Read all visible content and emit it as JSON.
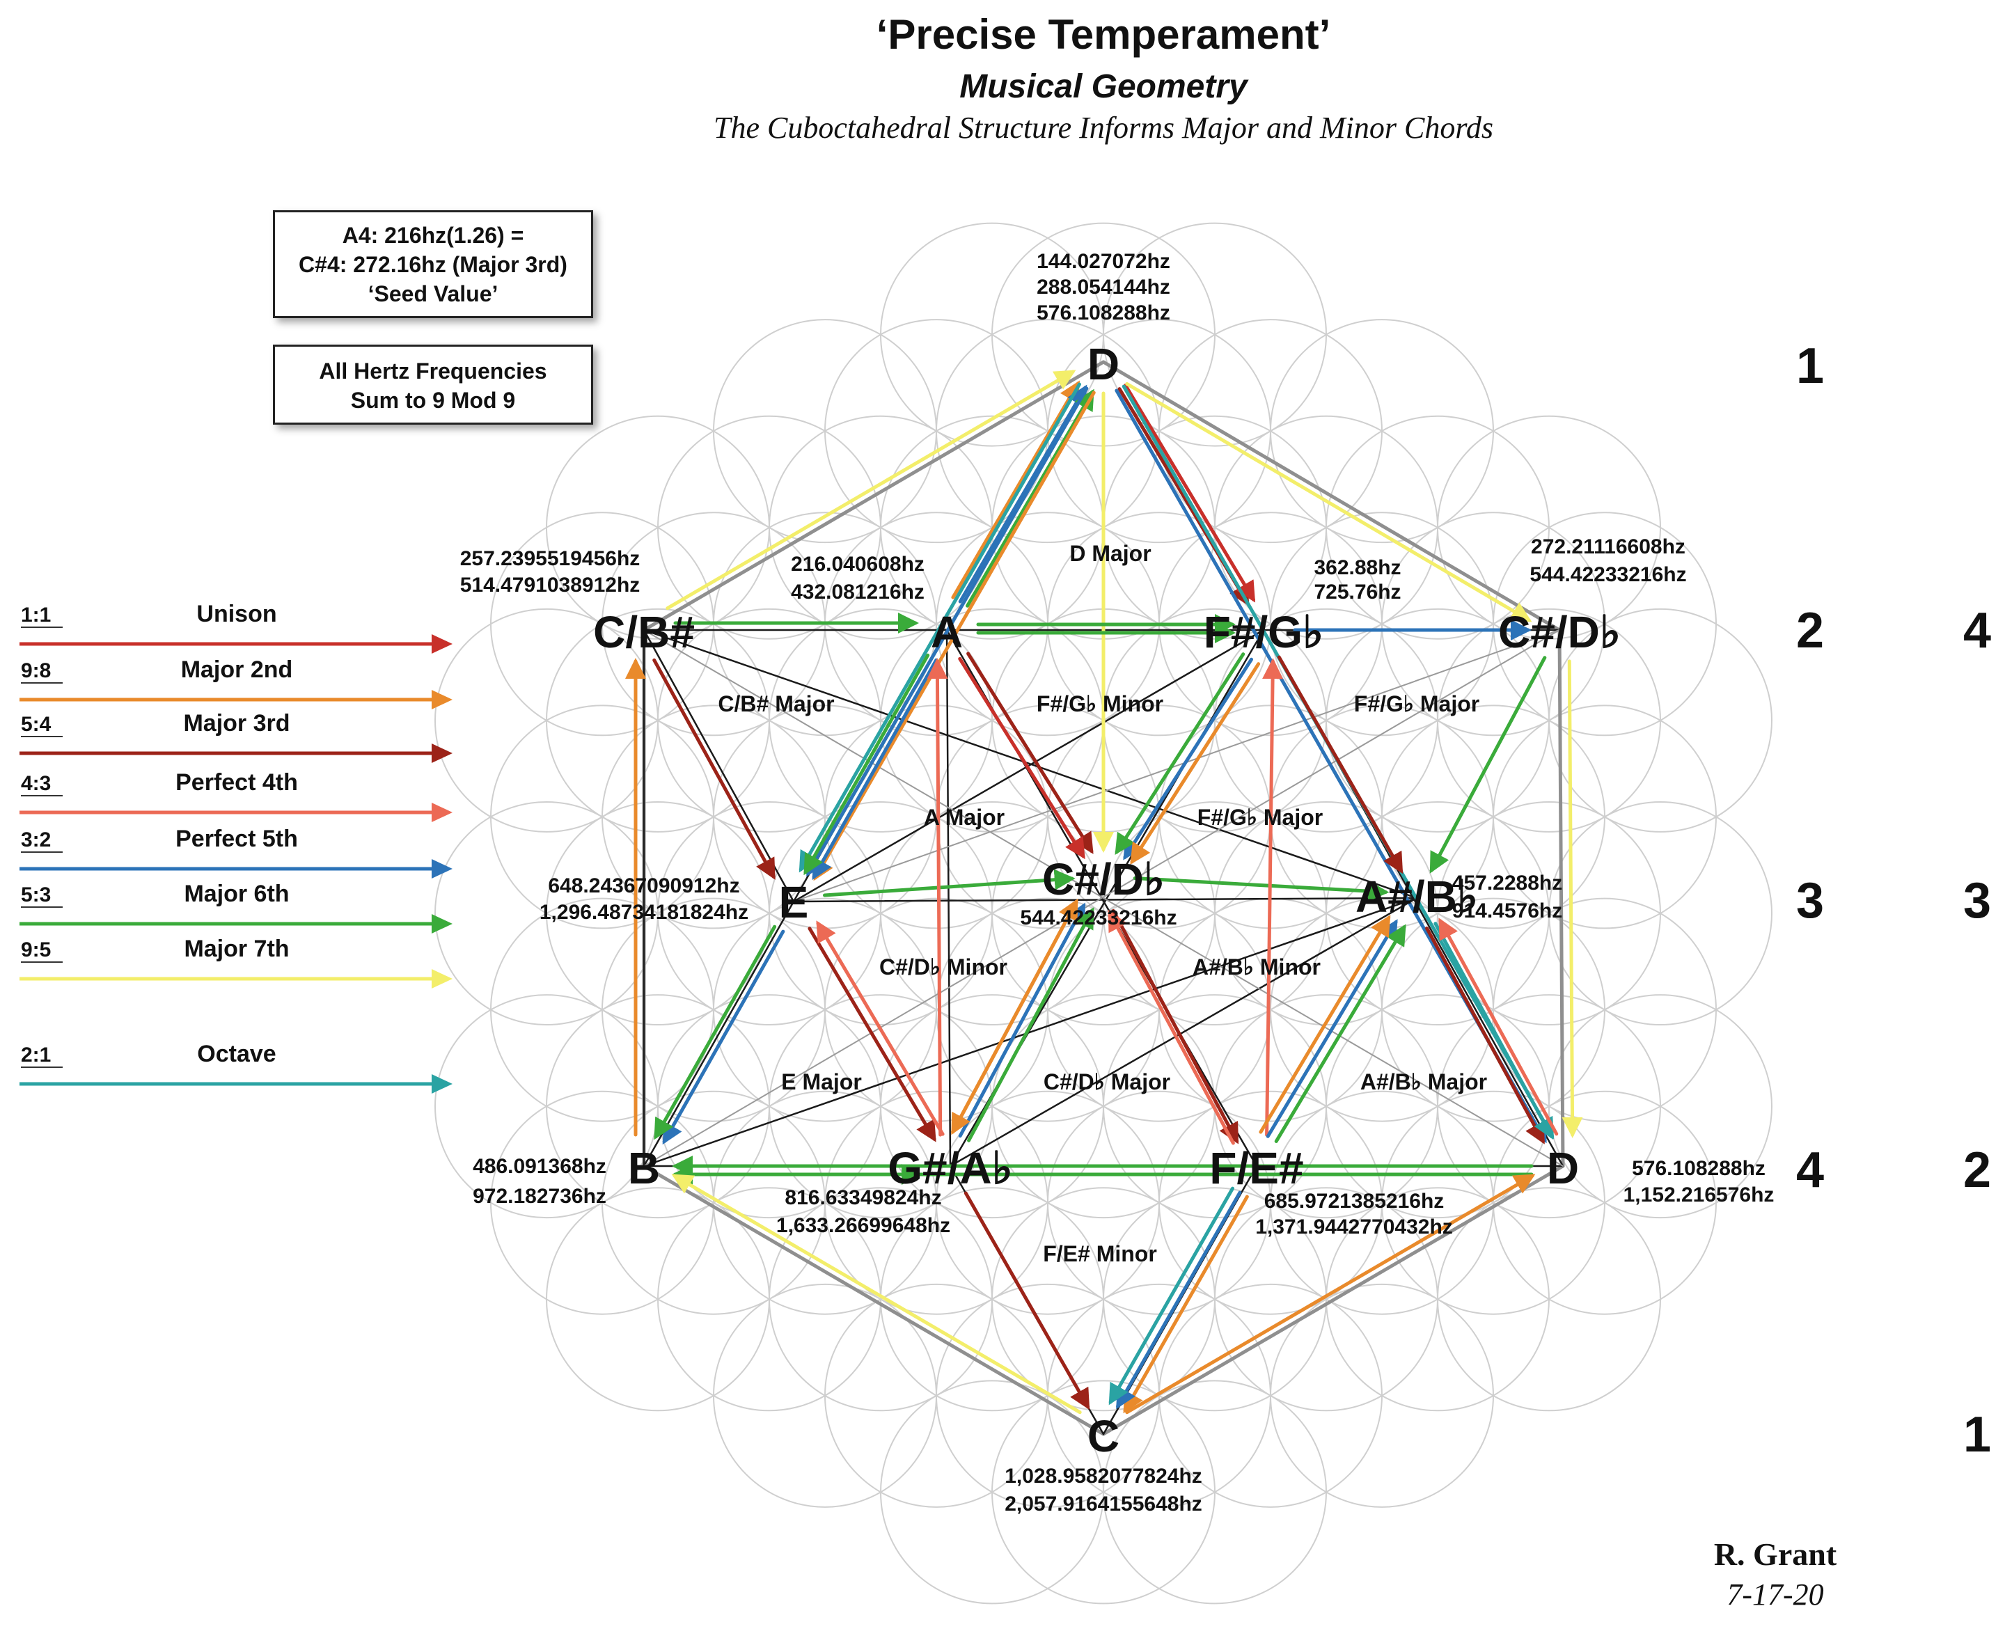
{
  "header": {
    "title": "‘Precise Temperament’",
    "subtitle": "Musical Geometry",
    "caption": "The Cuboctahedral Structure Informs Major and Minor Chords"
  },
  "info_boxes": {
    "seed": {
      "line1": "A4:  216hz(1.26) =",
      "line2": "C#4: 272.16hz (Major 3rd)",
      "line3": "‘Seed Value’"
    },
    "note": {
      "line1": "All Hertz Frequencies",
      "line2": "Sum to 9 Mod 9"
    }
  },
  "legend": [
    {
      "ratio": "1:1",
      "name": "Unison",
      "color": "#c8302a"
    },
    {
      "ratio": "9:8",
      "name": "Major 2nd",
      "color": "#e98a2b"
    },
    {
      "ratio": "5:4",
      "name": "Major 3rd",
      "color": "#9c2318"
    },
    {
      "ratio": "4:3",
      "name": "Perfect 4th",
      "color": "#ec6a55"
    },
    {
      "ratio": "3:2",
      "name": "Perfect 5th",
      "color": "#2c73b8"
    },
    {
      "ratio": "5:3",
      "name": "Major 6th",
      "color": "#3aab3a"
    },
    {
      "ratio": "9:5",
      "name": "Major 7th",
      "color": "#f3ee6a"
    },
    {
      "ratio": "2:1",
      "name": "Octave",
      "color": "#2aa3a3"
    }
  ],
  "nodes": {
    "top": {
      "label": "D",
      "freqs": [
        "144.027072hz",
        "288.054144hz",
        "576.108288hz"
      ]
    },
    "cb": {
      "label": "C/B#",
      "freqs": [
        "257.2395519456hz",
        "514.4791038912hz"
      ]
    },
    "a": {
      "label": "A",
      "freqs": [
        "216.040608hz",
        "432.081216hz"
      ]
    },
    "fg": {
      "label": "F#/G♭",
      "freqs": [
        "362.88hz",
        "725.76hz"
      ]
    },
    "cd_right": {
      "label": "C#/D♭",
      "freqs": [
        "272.21116608hz",
        "544.42233216hz"
      ]
    },
    "e": {
      "label": "E",
      "freqs": [
        "648.24367090912hz",
        "1,296.48734181824hz"
      ]
    },
    "cd_center": {
      "label": "C#/D♭",
      "freqs": [
        "544.42233216hz"
      ]
    },
    "ab": {
      "label": "A#/B♭",
      "freqs": [
        "457.2288hz",
        "914.4576hz"
      ]
    },
    "b": {
      "label": "B",
      "freqs": [
        "486.091368hz",
        "972.182736hz"
      ]
    },
    "ga": {
      "label": "G#/A♭",
      "freqs": [
        "816.63349824hz",
        "1,633.26699648hz"
      ]
    },
    "fe": {
      "label": "F/E#",
      "freqs": [
        "685.9721385216hz",
        "1,371.9442770432hz"
      ]
    },
    "d_right": {
      "label": "D",
      "freqs": [
        "576.108288hz",
        "1,152.216576hz"
      ]
    },
    "bottom": {
      "label": "C",
      "freqs": [
        "1,028.9582077824hz",
        "2,057.9164155648hz"
      ]
    }
  },
  "chords": [
    "D Major",
    "C/B# Major",
    "F#/G♭ Minor",
    "F#/G♭ Major",
    "A Major",
    "F#/G♭ Major",
    "C#/D♭ Minor",
    "A#/B♭ Minor",
    "E Major",
    "C#/D♭ Major",
    "A#/B♭ Major",
    "F/E# Minor"
  ],
  "row_numbers": {
    "col1": [
      "1",
      "2",
      "3",
      "4"
    ],
    "col2": [
      "4",
      "3",
      "2",
      "1"
    ]
  },
  "signature": {
    "name": "R. Grant",
    "date": "7-17-20"
  },
  "colors": {
    "unison": "#c8302a",
    "major2": "#e98a2b",
    "major3": "#9c2318",
    "perfect4": "#ec6a55",
    "perfect5": "#2c73b8",
    "major6": "#3aab3a",
    "major7": "#f3ee6a",
    "octave": "#2aa3a3",
    "outline": "#8f8f8f",
    "black": "#1a1a1a"
  }
}
